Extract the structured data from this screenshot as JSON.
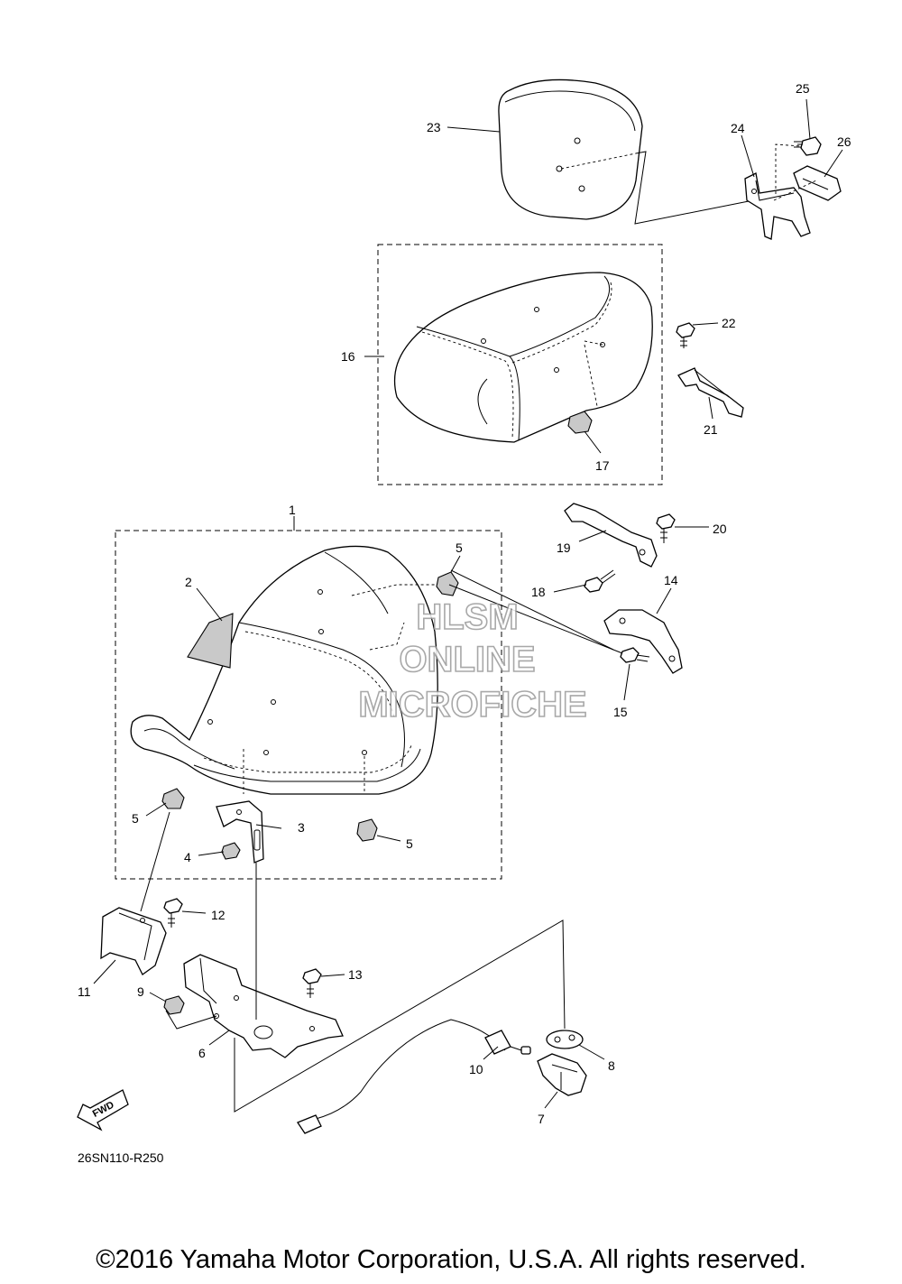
{
  "labels": {
    "l1": "1",
    "l2": "2",
    "l3": "3",
    "l4": "4",
    "l5a": "5",
    "l5b": "5",
    "l5c": "5",
    "l6": "6",
    "l7": "7",
    "l8": "8",
    "l9": "9",
    "l10": "10",
    "l11": "11",
    "l12": "12",
    "l13": "13",
    "l14": "14",
    "l15": "15",
    "l16": "16",
    "l17": "17",
    "l18": "18",
    "l19": "19",
    "l20": "20",
    "l21": "21",
    "l22": "22",
    "l23": "23",
    "l24": "24",
    "l25": "25",
    "l26": "26"
  },
  "fwd_label": "FWD",
  "ref_code": "26SN110-R250",
  "watermark": {
    "line1": "HLSM",
    "line2": "ONLINE",
    "line3": "MICROFICHE"
  },
  "copyright": "©2016 Yamaha Motor Corporation, U.S.A. All rights reserved."
}
